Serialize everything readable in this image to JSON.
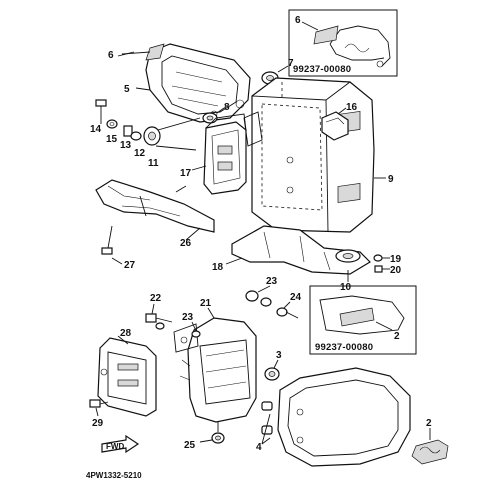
{
  "callouts": {
    "n2": "2",
    "n3": "3",
    "n4": "4",
    "n5": "5",
    "n6": "6",
    "n7": "7",
    "n8": "8",
    "n9": "9",
    "n10": "10",
    "n11": "11",
    "n12": "12",
    "n13": "13",
    "n14": "14",
    "n15": "15",
    "n16": "16",
    "n17": "17",
    "n18": "18",
    "n19": "19",
    "n20": "20",
    "n21": "21",
    "n22": "22",
    "n23a": "23",
    "n23b": "23",
    "n24": "24",
    "n25": "25",
    "n26": "26",
    "n27": "27",
    "n28": "28",
    "n29": "29"
  },
  "inset_top": {
    "callout": "6",
    "part_number": "99237-00080"
  },
  "inset_bottom": {
    "callout": "2",
    "part_number": "99237-00080"
  },
  "fwd_label": "FWD",
  "figure_code": "4PW1332-5210"
}
